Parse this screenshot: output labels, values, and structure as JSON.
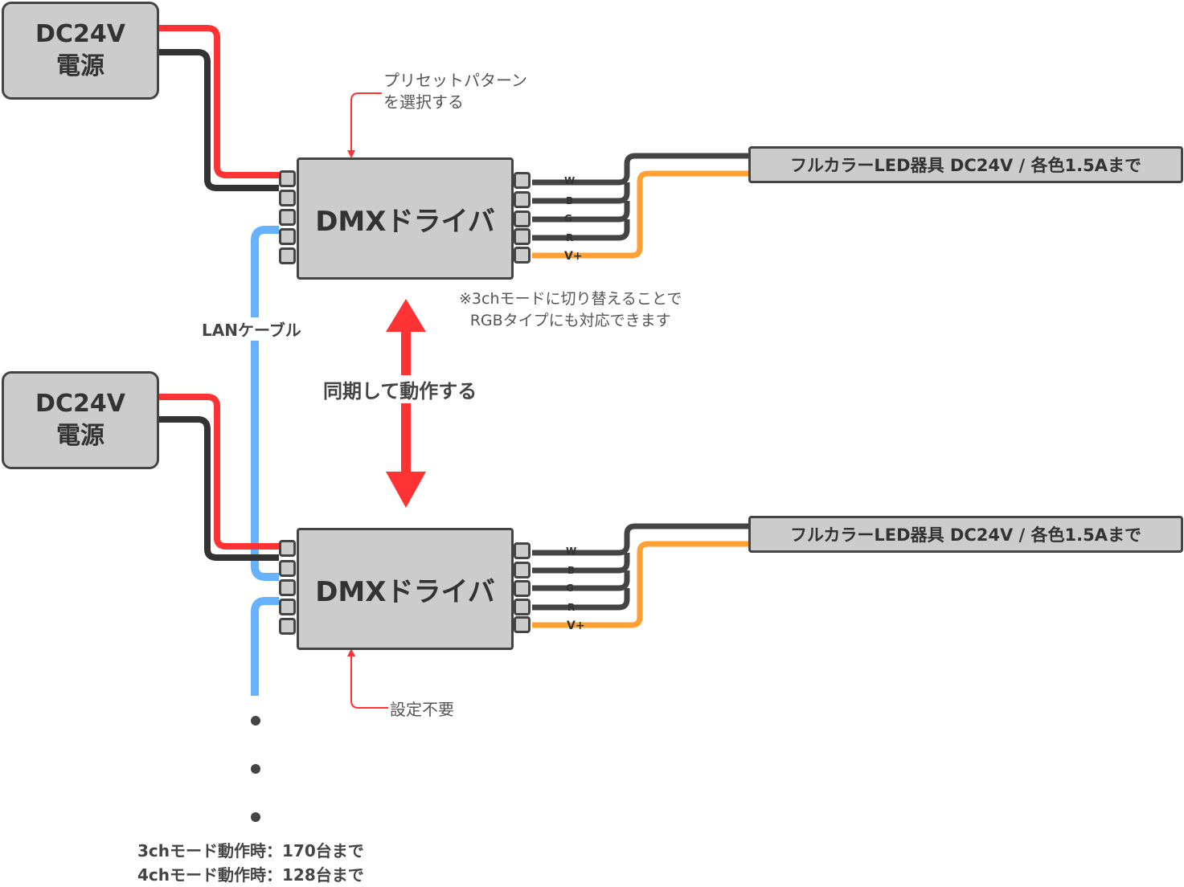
{
  "power_supplies": [
    {
      "line1": "DC24V",
      "line2": "電源"
    },
    {
      "line1": "DC24V",
      "line2": "電源"
    }
  ],
  "drivers": [
    {
      "label": "DMXドライバ"
    },
    {
      "label": "DMXドライバ"
    }
  ],
  "led_fixtures": [
    {
      "label": "フルカラーLED器具 DC24V / 各色1.5Aまで"
    },
    {
      "label": "フルカラーLED器具 DC24V / 各色1.5Aまで"
    }
  ],
  "pin_labels": [
    "W",
    "B",
    "G",
    "R",
    "V+"
  ],
  "notes": {
    "preset_line1": "プリセットパターン",
    "preset_line2": "を選択する",
    "mode_line1": "※3chモードに切り替えることで",
    "mode_line2": "RGBタイプにも対応できます",
    "lan_cable": "LANケーブル",
    "sync": "同期して動作する",
    "no_setup": "設定不要",
    "limit_3ch": "3chモード動作時：170台まで",
    "limit_4ch": "4chモード動作時：128台まで"
  },
  "colors": {
    "red_wire": "#ff3333",
    "black_wire": "#333333",
    "lan_cable": "#66b2ff",
    "vplus_wire": "#ffa033",
    "box_fill": "#cccccc",
    "arrow": "#ff3333"
  }
}
